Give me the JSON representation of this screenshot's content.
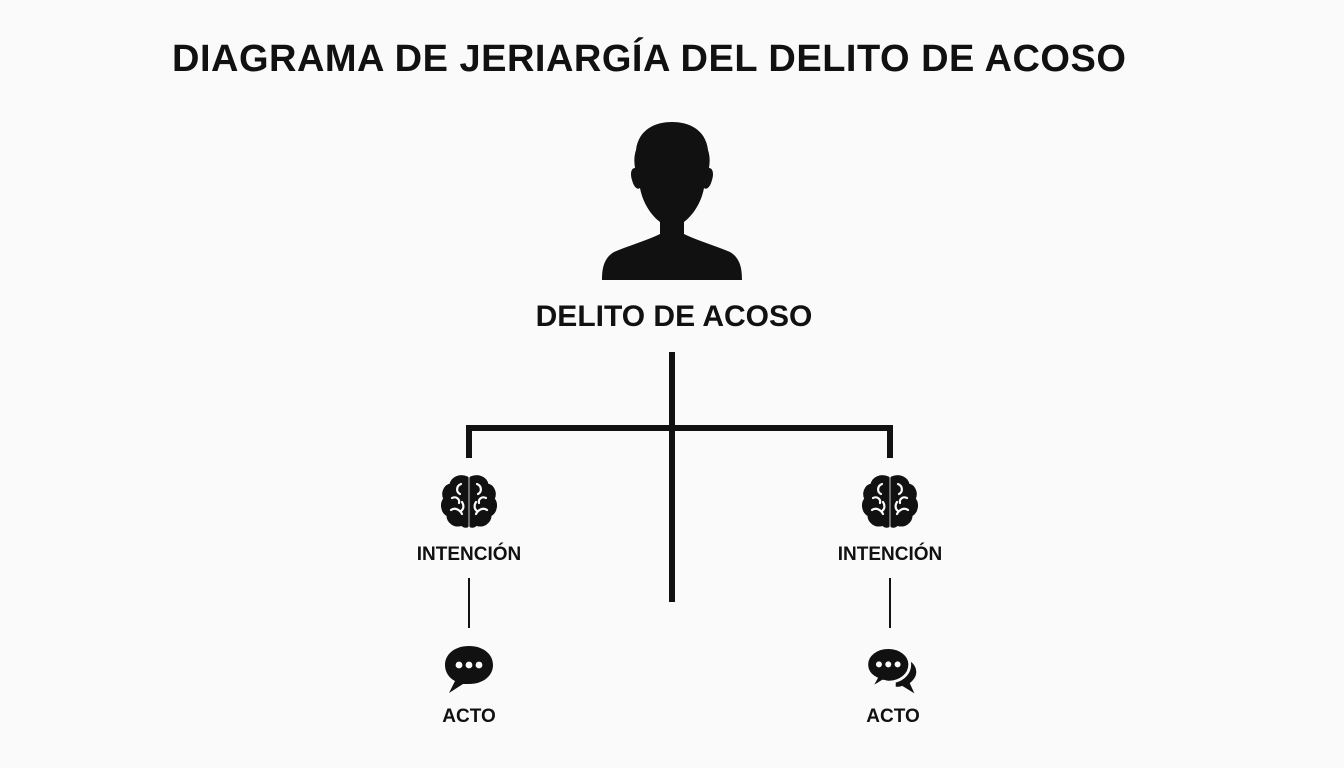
{
  "title": "DIAGRAMA DE JERIARGÍA DEL DELITO DE ACOSO",
  "root": {
    "label": "DELITO DE ACOSO",
    "icon": "person-silhouette-icon"
  },
  "branches": [
    {
      "intention_label": "INTENCIÓN",
      "intention_icon": "brain-icon",
      "act_label": "ACTO",
      "act_icon": "speech-bubble-icon"
    },
    {
      "intention_label": "INTENCIÓN",
      "intention_icon": "brain-icon",
      "act_label": "ACTO",
      "act_icon": "double-speech-bubble-icon"
    }
  ],
  "colors": {
    "background": "#fafafa",
    "ink": "#111111"
  }
}
